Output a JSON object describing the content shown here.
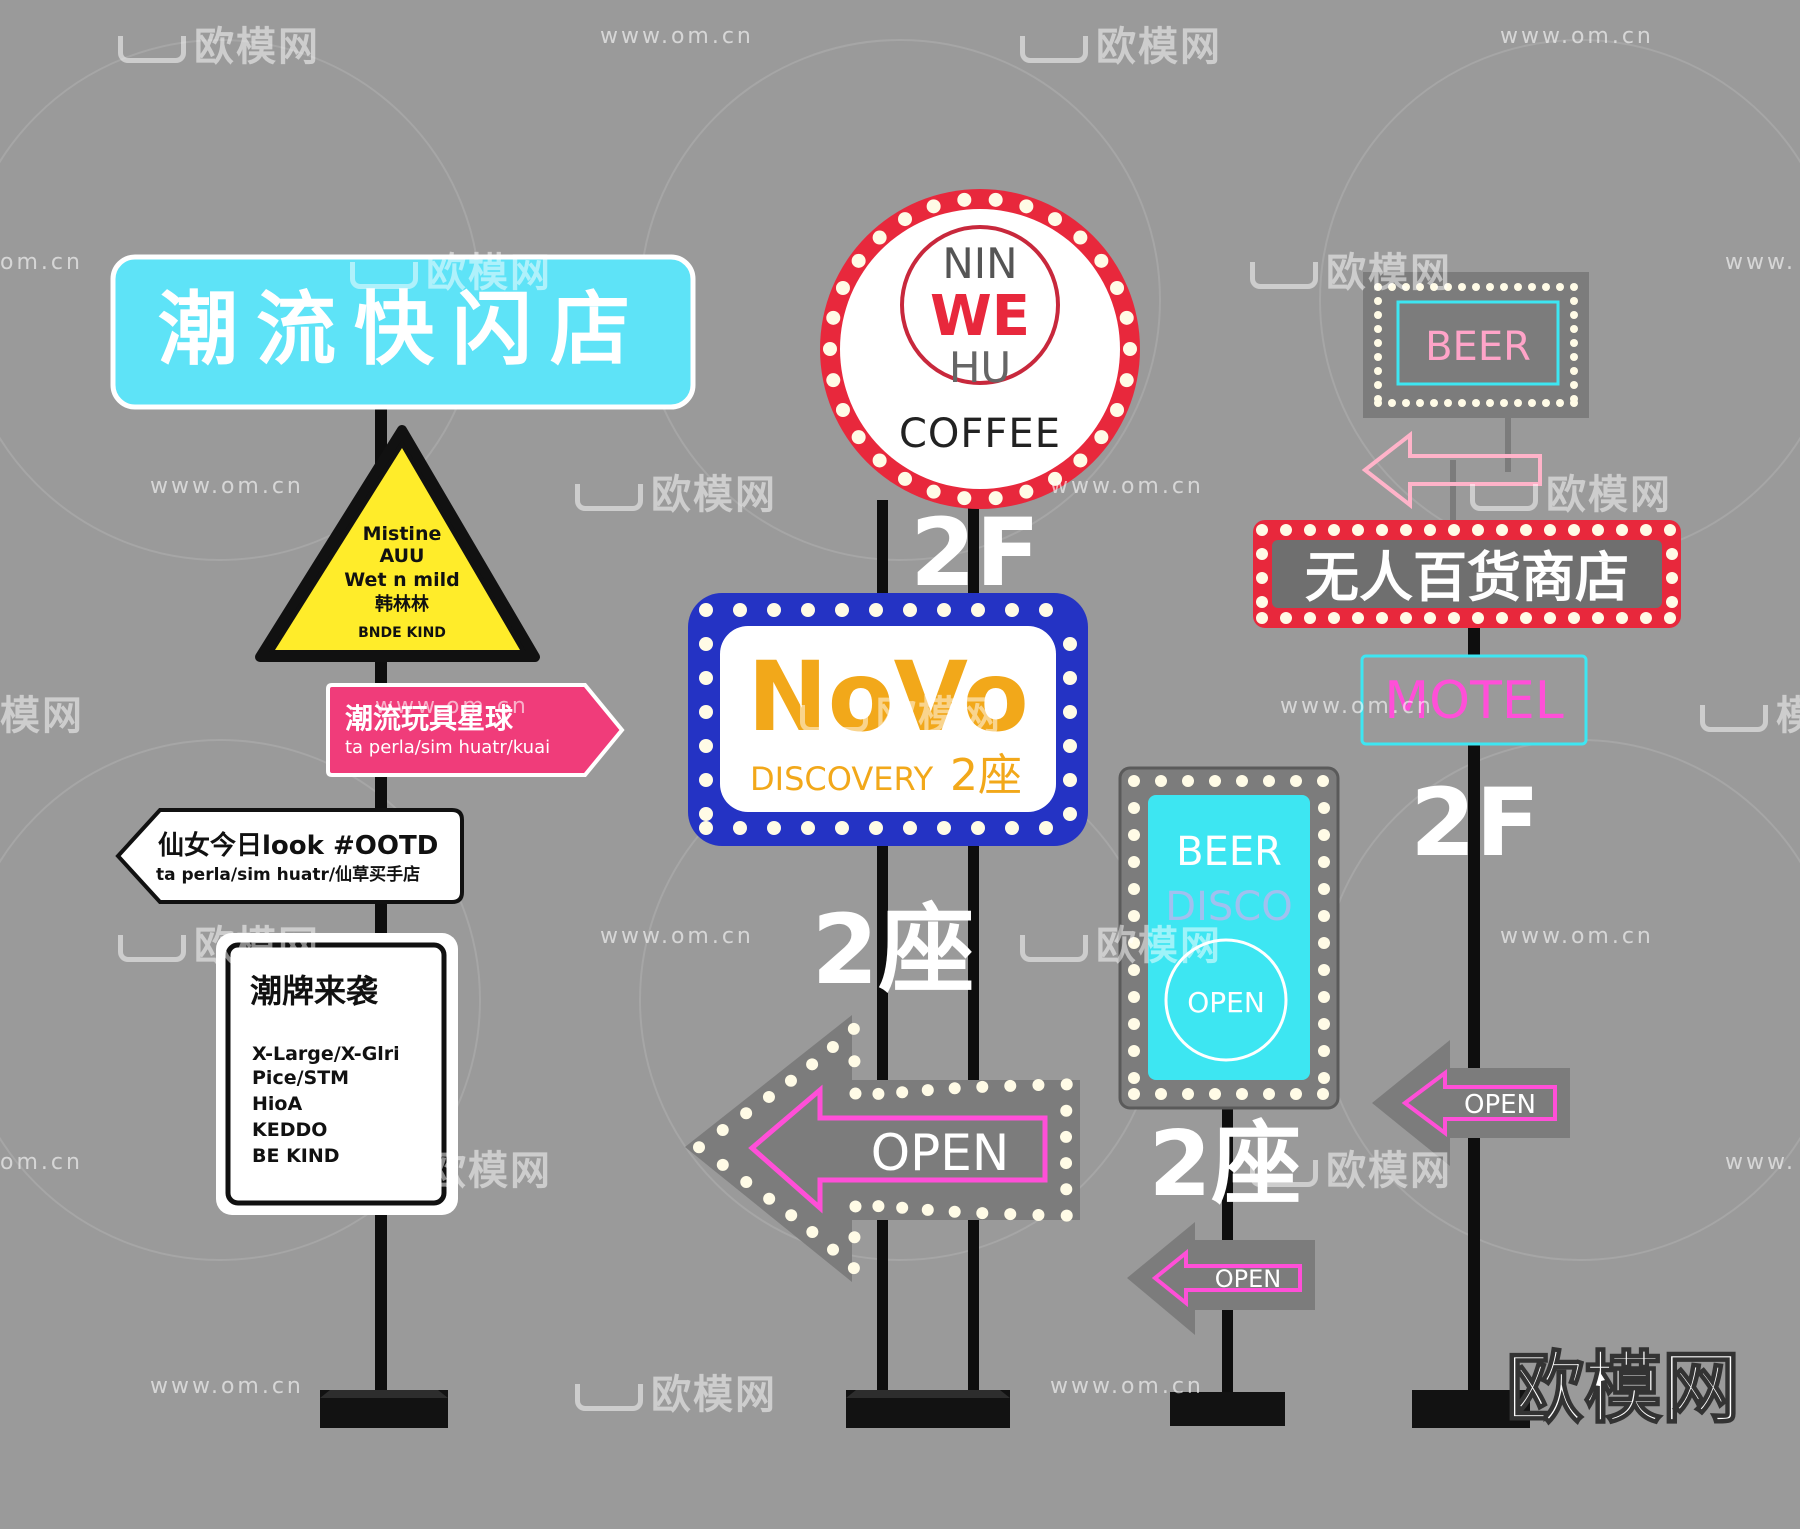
{
  "watermarks": {
    "url": "www.om.cn",
    "url_partial_left": "om.cn",
    "url_partial_right": "www.",
    "logo": "欧模网",
    "logo_partial": "模网",
    "corner_logo": "欧模网"
  },
  "sign_group_1": {
    "top_board": "潮流快闪店",
    "triangle": [
      "Mistine",
      "AUU",
      "Wet n mild",
      "韩林林",
      "BNDE KIND"
    ],
    "pink_arrow_title": "潮流玩具星球",
    "pink_arrow_sub": "ta perla/sim huatr/kuai",
    "white_arrow_title": "仙女今日look #OOTD",
    "white_arrow_sub": "ta perla/sim huatr/仙草买手店",
    "card_title": "潮牌来袭",
    "card_lines": [
      "X-Large/X-Glri",
      "Pice/STM",
      "HioA",
      "KEDDO",
      "BE KIND"
    ]
  },
  "sign_group_2": {
    "coffee_logo_top": "NIN",
    "coffee_logo_mid": "WE",
    "coffee_logo_bottom": "HU",
    "coffee_label": "COFFEE",
    "floor": "2F",
    "novo": "NoVo",
    "novo_sub": "DISCOVERY",
    "novo_seat": "2座",
    "seat_label": "2座",
    "open_arrow": "OPEN"
  },
  "sign_group_3": {
    "beer": "BEER",
    "disco": "DISCO",
    "open": "OPEN",
    "seat_label": "2座",
    "open_arrow": "OPEN"
  },
  "sign_group_4": {
    "beer": "BEER",
    "store": "无人百货商店",
    "motel": "MOTEL",
    "floor": "2F",
    "open_arrow": "OPEN"
  },
  "colors": {
    "background": "#9a9a9a",
    "cyan": "#5ee3f7",
    "yellow": "#ffec2a",
    "pink": "#f03c7a",
    "red_frame": "#e8283c",
    "blue_frame": "#2433c4",
    "neon_pink": "#ff4fd8",
    "neon_cyan": "#3de6f2",
    "grey_panel": "#7c7c7c"
  }
}
